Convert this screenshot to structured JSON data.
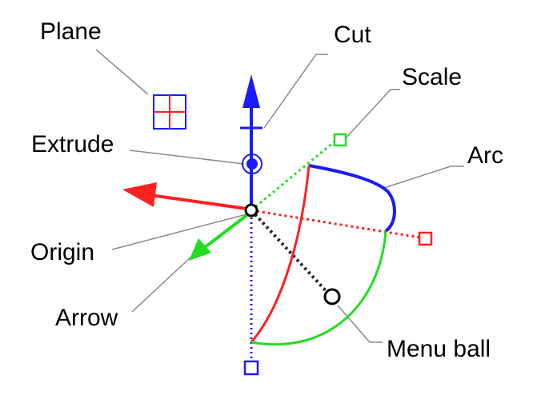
{
  "labels": {
    "plane": "Plane",
    "cut": "Cut",
    "scale": "Scale",
    "extrude": "Extrude",
    "arc": "Arc",
    "origin": "Origin",
    "arrow": "Arrow",
    "menu_ball": "Menu ball"
  },
  "colors": {
    "x_axis": "#ff2020",
    "y_axis": "#22dd22",
    "z_axis": "#1a1aff",
    "menu_ball_line": "#000000",
    "leader_line": "#888888"
  }
}
